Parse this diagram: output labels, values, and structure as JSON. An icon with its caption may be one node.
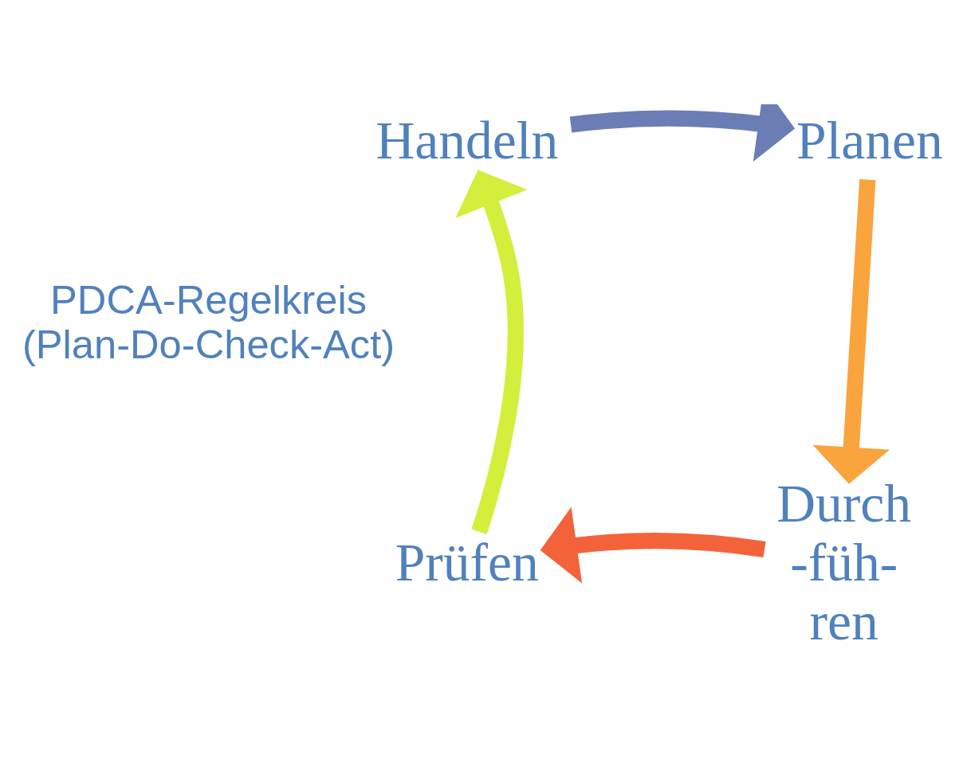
{
  "diagram": {
    "nodes": [
      {
        "text": [
          "Handeln"
        ]
      },
      {
        "text": [
          "Planen"
        ]
      },
      {
        "text": [
          "Prüfen"
        ]
      },
      {
        "text": [
          "Durch -füh- ren"
        ]
      }
    ],
    "edges": [
      {
        "from": 0,
        "to": 1,
        "arrow": "to",
        "color": "#6a7db5"
      },
      {
        "from": 1,
        "to": 3,
        "arrow": "to",
        "color": "#f9a43c"
      },
      {
        "from": 3,
        "to": 2,
        "arrow": "to",
        "color": "#f4623a"
      },
      {
        "from": 2,
        "to": 0,
        "arrow": "to",
        "color": "#d4ee3c"
      }
    ],
    "labels": [
      "PDCA-Regelkreis (Plan-Do-Check-Act)"
    ]
  }
}
